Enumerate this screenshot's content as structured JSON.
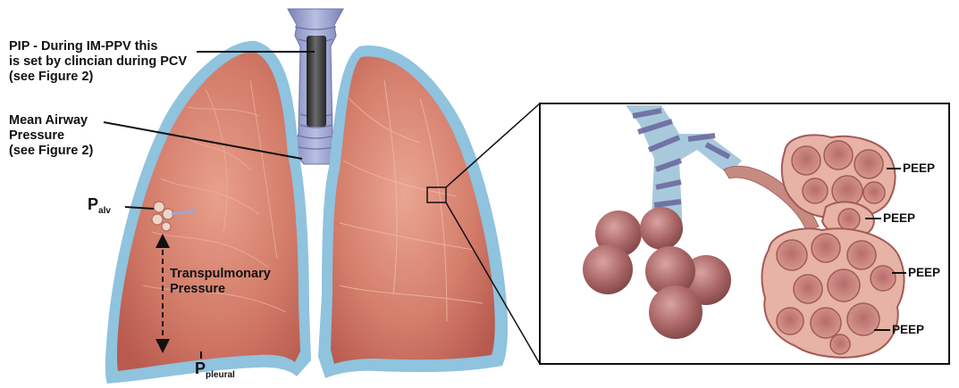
{
  "annotations": {
    "pip": [
      "PIP - During IM-PPV this",
      "is set by clincian during PCV",
      "(see Figure 2)"
    ],
    "mean_airway": [
      "Mean Airway",
      "Pressure",
      "(see Figure 2)"
    ],
    "transpulmonary": [
      "Transpulmonary",
      "Pressure"
    ],
    "p_alv": {
      "symbol": "P",
      "subscript": "alv"
    },
    "p_pleural": {
      "symbol": "P",
      "subscript": "pleural"
    },
    "peep": [
      "PEEP",
      "PEEP",
      "PEEP",
      "PEEP"
    ]
  },
  "colors": {
    "pleura": "#8fc3de",
    "lung_tissue": "#c9685a",
    "lung_highlight": "#e59a88",
    "trachea": "#8e96c4",
    "tube": "#3a3a3a",
    "alveoli": "#a45f5e",
    "bronchiole_band": "#6d6aa0"
  }
}
